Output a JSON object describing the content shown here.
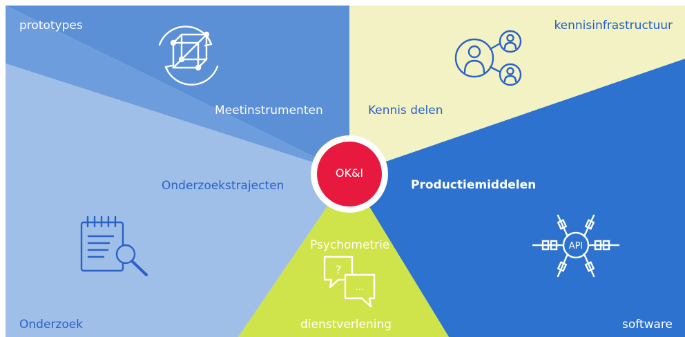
{
  "diagram": {
    "center": {
      "label": "OK&I"
    },
    "quadrants": [
      {
        "corner": "prototypes",
        "area": "Meetinstrumenten",
        "icon": "cube-cycle-icon"
      },
      {
        "corner": "kennisinfrastructuur",
        "area": "Kennis delen",
        "icon": "people-network-icon"
      },
      {
        "corner": "software",
        "area": "Productiemiddelen",
        "icon": "api-hub-icon"
      },
      {
        "corner": "",
        "area": "Psychometrie",
        "icon": "chat-bubbles-icon"
      },
      {
        "corner": "dienstverlening",
        "area": "",
        "icon": ""
      },
      {
        "corner": "Onderzoek",
        "area": "Onderzoekstrajecten",
        "icon": "document-search-icon"
      }
    ],
    "icon_text": {
      "api": "API",
      "question": "?",
      "dots": "..."
    }
  },
  "colors": {
    "blue_mid": "#5b8fd6",
    "blue_light": "#9fbfe9",
    "yellow_light": "#f3f2c4",
    "blue_deep": "#2d72cf",
    "green": "#cfe34a",
    "blue_pale": "#aac8ef",
    "center_red": "#e8193e"
  }
}
